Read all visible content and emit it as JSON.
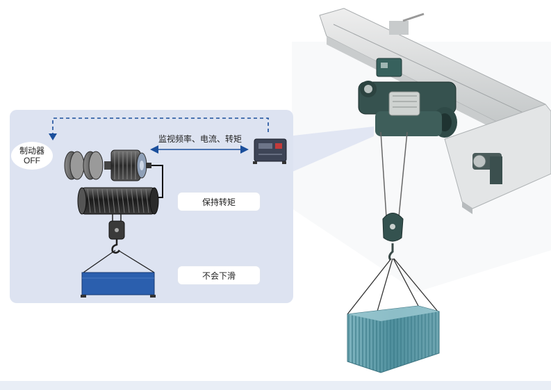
{
  "labels": {
    "brake_line1": "制动器",
    "brake_line2": "OFF",
    "monitor": "监视频率、电流、转矩",
    "hold_torque": "保持转矩",
    "no_slide": "不会下滑"
  },
  "colors": {
    "panel_bg": "#dde3f1",
    "arrow_blue": "#1b4f9c",
    "load_blue": "#2b5fae",
    "crane_grey": "#d9dbdc",
    "hoist_teal": "#2f4f4f",
    "crate_teal": "#5a9aa8"
  }
}
